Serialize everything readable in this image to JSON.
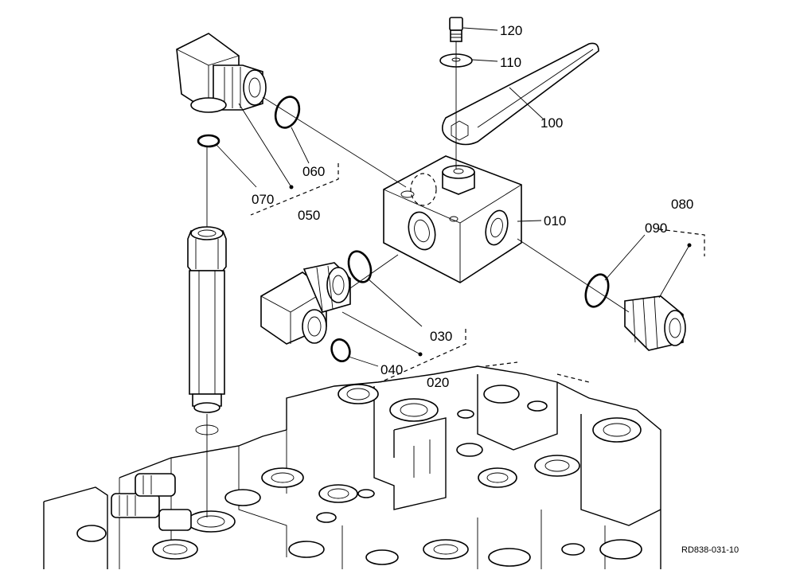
{
  "callouts": {
    "c120": "120",
    "c110": "110",
    "c100": "100",
    "c060": "060",
    "c070": "070",
    "c050": "050",
    "c010": "010",
    "c080": "080",
    "c090": "090",
    "c030": "030",
    "c040": "040",
    "c020": "020"
  },
  "drawing_code": "RD838-031-10"
}
